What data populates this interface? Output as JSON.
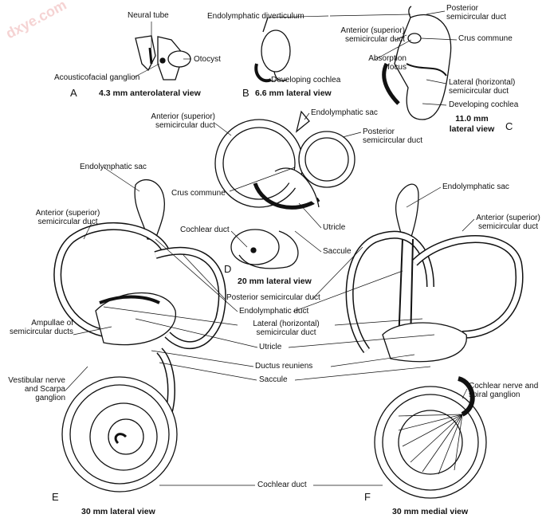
{
  "watermark": "dxye.com",
  "panels": {
    "A": {
      "letter": "A",
      "caption": "4.3 mm anterolateral view",
      "labels": [
        "Neural tube",
        "Otocyst",
        "Acousticofacial ganglion"
      ]
    },
    "B": {
      "letter": "B",
      "caption": "6.6 mm lateral view",
      "labels": [
        "Endolymphatic diverticulum",
        "Developing cochlea"
      ]
    },
    "C": {
      "letter": "C",
      "caption": "11.0 mm lateral view",
      "labels": [
        "Posterior semicircular duct",
        "Anterior (superior) semicircular duct",
        "Crus commune",
        "Absorption focus",
        "Lateral (horizontal) semicircular duct",
        "Developing cochlea"
      ]
    },
    "D": {
      "letter": "D",
      "caption": "20 mm lateral view",
      "labels": [
        "Anterior (superior) semicircular duct",
        "Endolymphatic sac",
        "Posterior semicircular duct",
        "Crus commune",
        "Utricle",
        "Cochlear duct",
        "Saccule"
      ]
    },
    "E": {
      "letter": "E",
      "caption": "30 mm lateral view",
      "labels": [
        "Endolymphatic sac",
        "Anterior (superior) semicircular duct",
        "Ampullae of semicircular ducts",
        "Vestibular nerve and Scarpa ganglion"
      ]
    },
    "F": {
      "letter": "F",
      "caption": "30 mm medial view",
      "labels": [
        "Endolymphatic sac",
        "Anterior (superior) semicircular duct",
        "Cochlear nerve and spiral ganglion"
      ]
    }
  },
  "shared_labels": [
    "Posterior semicircular duct",
    "Endolymphatic duct",
    "Lateral (horizontal) semicircular duct",
    "Utricle",
    "Ductus reuniens",
    "Saccule",
    "Cochlear duct"
  ]
}
